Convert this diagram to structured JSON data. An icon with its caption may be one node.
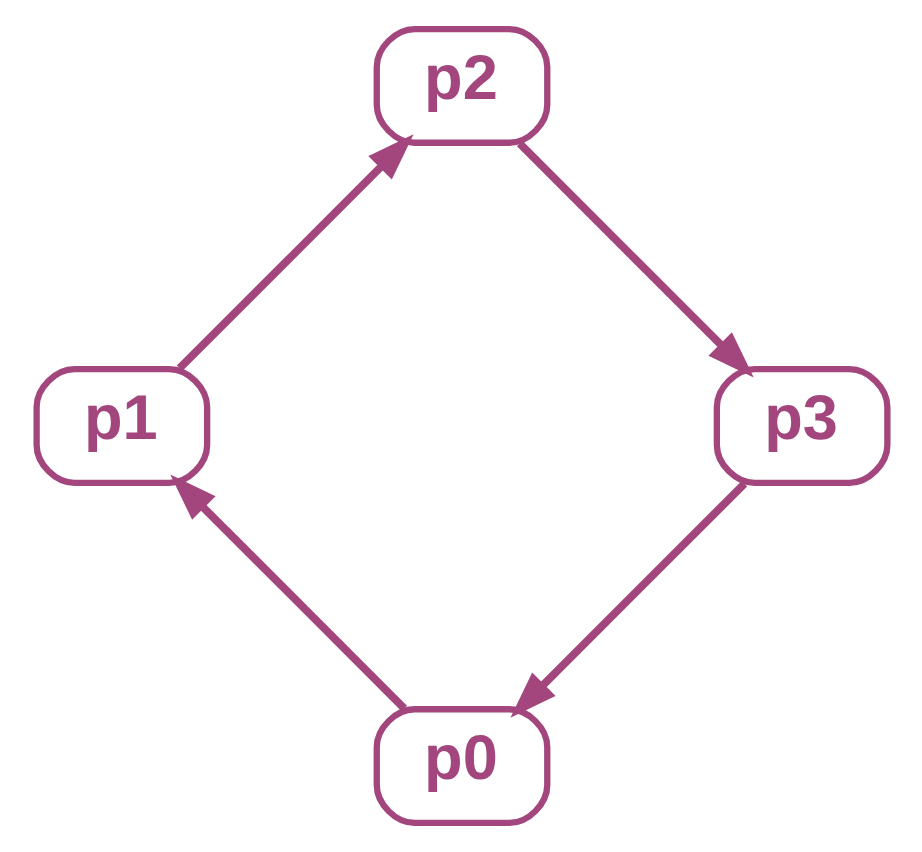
{
  "diagram": {
    "nodes": [
      {
        "text": [
          "p0"
        ]
      },
      {
        "text": [
          "p1"
        ]
      },
      {
        "text": [
          "p2"
        ]
      },
      {
        "text": [
          "p3"
        ]
      }
    ],
    "edges": [
      {
        "from": 0,
        "to": 1,
        "arrow": "to"
      },
      {
        "from": 1,
        "to": 2,
        "arrow": "to"
      },
      {
        "from": 2,
        "to": 3,
        "arrow": "to"
      },
      {
        "from": 3,
        "to": 0,
        "arrow": "to"
      }
    ]
  }
}
